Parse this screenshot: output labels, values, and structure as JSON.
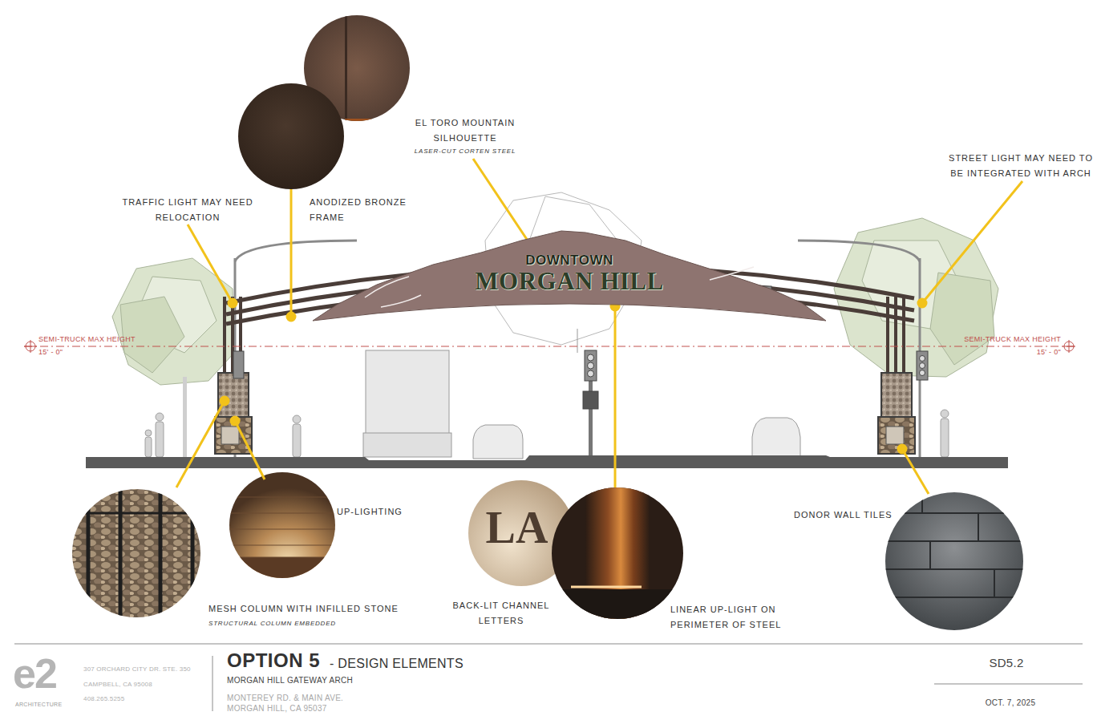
{
  "diagram": {
    "title": "OPTION 5",
    "nodes": [
      {
        "text": [
          "DOWNTOWN",
          "MORGAN HILL"
        ]
      }
    ],
    "labels": [
      "EL TORO MOUNTAIN SILHOUETTE",
      "LASER-CUT CORTEN STEEL",
      "TRAFFIC LIGHT MAY NEED RELOCATION",
      "ANODIZED BRONZE FRAME",
      "STREET LIGHT MAY NEED TO BE INTEGRATED WITH ARCH",
      "SEMI-TRUCK MAX HEIGHT",
      "15' - 0\"",
      "SEMI-TRUCK MAX HEIGHT",
      "15' - 0\"",
      "UP-LIGHTING",
      "MESH COLUMN WITH INFILLED STONE",
      "STRUCTURAL COLUMN EMBEDDED",
      "LA",
      "BACK-LIT CHANNEL LETTERS",
      "LINEAR UP-LIGHT ON PERIMETER OF STEEL",
      "DONOR WALL TILES",
      "e2",
      "ARCHITECTURE",
      "307 ORCHARD CITY DR. STE. 350",
      "CAMPBELL, CA 95008",
      "408.265.5255",
      "- DESIGN ELEMENTS",
      "MORGAN HILL GATEWAY ARCH",
      "MONTEREY RD. & MAIN AVE.",
      "MORGAN HILL, CA 95037",
      "SD5.2",
      "OCT. 7, 2025"
    ]
  }
}
